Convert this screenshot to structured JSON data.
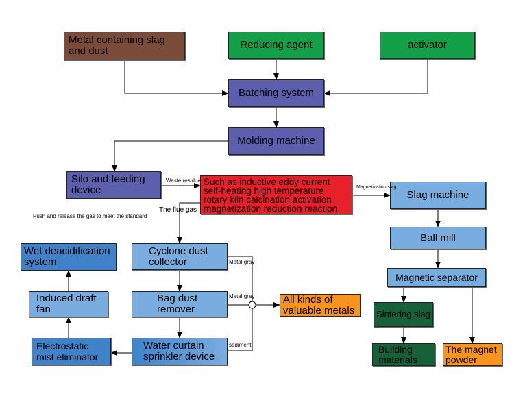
{
  "nodes": {
    "metal_slag": "Metal containing slag and dust",
    "reducing_agent": "Reducing agent",
    "activator": "activator",
    "batching": "Batching system",
    "molding": "Molding machine",
    "silo": "Silo and feeding device",
    "reaction": "Such as inductive eddy current self-heating high temperature rotary kiln calcination activation magnetization reduction reaction",
    "slag_machine": "Slag machine",
    "ball_mill": "Ball mill",
    "magnetic_separator": "Magnetic separator",
    "sintering_slag": "Sintering slag",
    "building_materials": "Building materials",
    "magnet_powder": "The magnet powder",
    "wet_deacid": "Wet deacidification system",
    "induced_fan": "Induced draft fan",
    "electrostatic": "Electrostatic mist eliminator",
    "cyclone": "Cyclone dust collector",
    "bag_dust": "Bag dust remover",
    "water_curtain": "Water curtain sprinkler device",
    "valuable_metals": "All kinds of valuable metals"
  },
  "edge_labels": {
    "waste_residue": "Waste residue",
    "magnetization_slag": "Magnetization slag",
    "flue_gas": "The flue gas",
    "push_release": "Push and release the gas to meet the standard",
    "metal_gray_1": "Metal gray",
    "metal_gray_2": "Metal gray",
    "sediment": "sediment"
  },
  "colors": {
    "brown": "#7b4b3a",
    "green": "#14a049",
    "purple_blue": "#5b5fae",
    "red": "#e8202a",
    "light_blue": "#7aaddf",
    "mid_blue": "#3f82c9",
    "dark_green": "#17603a",
    "orange": "#f7941d"
  }
}
